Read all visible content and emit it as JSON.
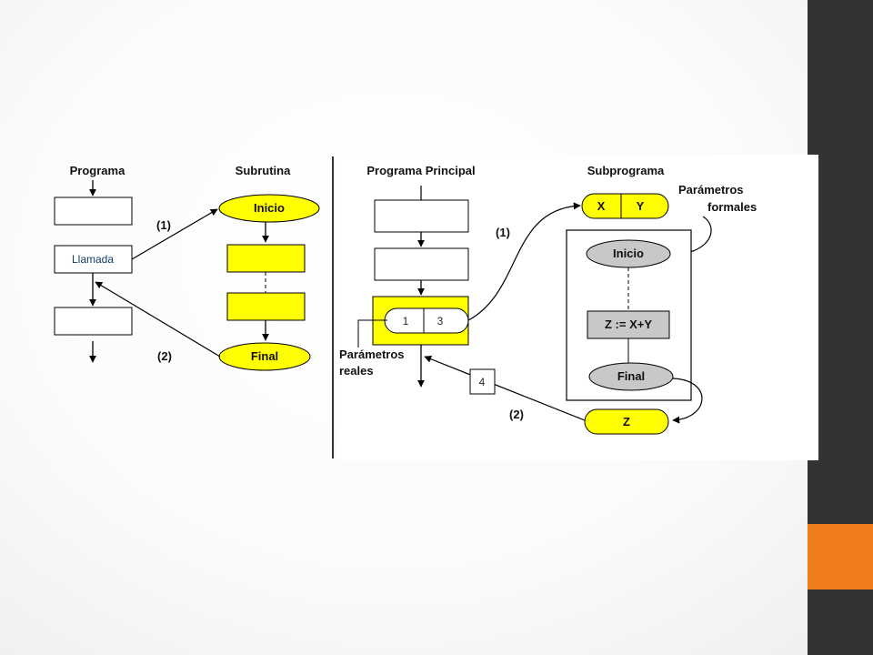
{
  "left": {
    "program_header": "Programa",
    "subroutine_header": "Subrutina",
    "call_label": "Llamada",
    "start_label": "Inicio",
    "end_label": "Final",
    "arrow1_label": "(1)",
    "arrow2_label": "(2)"
  },
  "right": {
    "main_program_header": "Programa Principal",
    "subprogram_header": "Subprograma",
    "actual_param_1": "1",
    "actual_param_2": "3",
    "actual_params_label_line1": "Parámetros",
    "actual_params_label_line2": "reales",
    "formal_param_x": "X",
    "formal_param_y": "Y",
    "formal_params_label_line1": "Parámetros",
    "formal_params_label_line2": "formales",
    "start_label": "Inicio",
    "assignment_label": "Z := X+Y",
    "end_label": "Final",
    "result_label": "Z",
    "returned_value": "4",
    "arrow1_label": "(1)",
    "arrow2_label": "(2)"
  },
  "colors": {
    "highlight": "#ffff00",
    "gray_node": "#c8c8c8",
    "sidebar": "#333333",
    "accent": "#ef7d1a"
  }
}
